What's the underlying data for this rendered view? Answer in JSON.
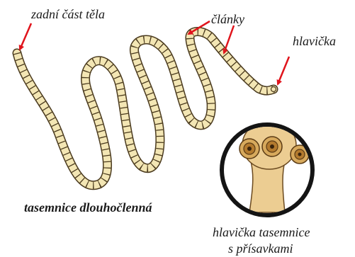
{
  "labels": {
    "tail": "zadní část těla",
    "segments": "články",
    "head": "hlavička",
    "title": "tasemnice dlouhočlenná",
    "inset_line1": "hlavička tasemnice",
    "inset_line2": "s přísavkami"
  },
  "colors": {
    "arrow": "#e0141c",
    "worm_fill": "#f3e6b4",
    "worm_outline": "#4a3a1e",
    "inset_border": "#141414",
    "head_fill": "#eccd92",
    "sucker_fill": "#b37a2e"
  }
}
